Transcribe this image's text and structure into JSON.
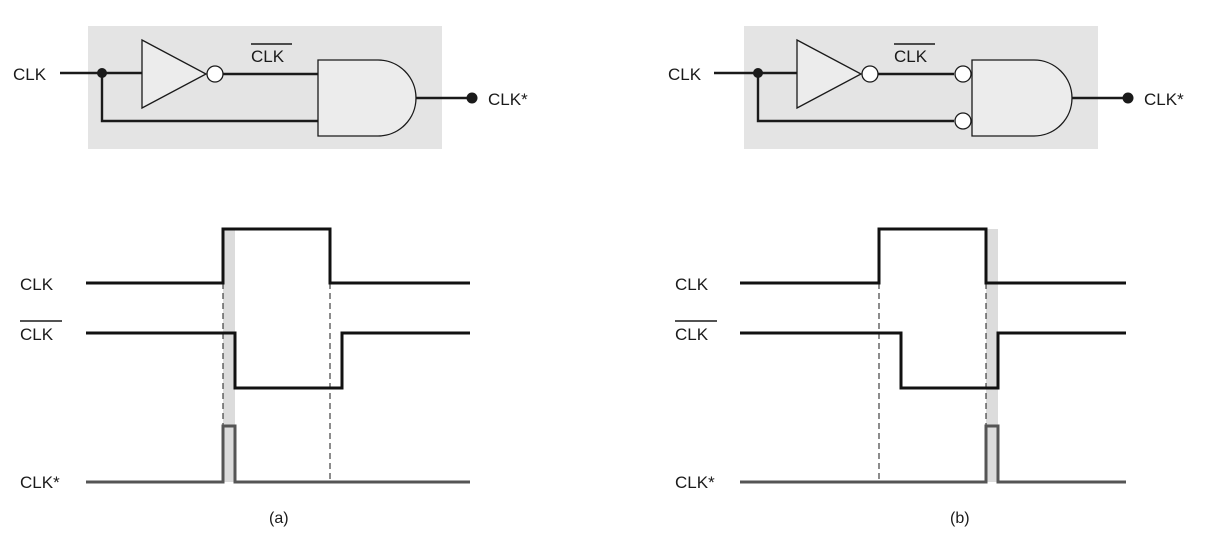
{
  "panels": [
    {
      "caption": "(a)",
      "circuit": {
        "input_label": "CLK",
        "inverter_output_label": "CLK",
        "output_label": "CLK*",
        "gate": "AND",
        "inverted_inputs": false
      },
      "timing": {
        "signals": [
          {
            "label": "CLK",
            "overline": false
          },
          {
            "label": "CLK",
            "overline": true
          },
          {
            "label": "CLK*",
            "overline": false
          }
        ]
      }
    },
    {
      "caption": "(b)",
      "circuit": {
        "input_label": "CLK",
        "inverter_output_label": "CLK",
        "output_label": "CLK*",
        "gate": "AND",
        "inverted_inputs": true
      },
      "timing": {
        "signals": [
          {
            "label": "CLK",
            "overline": false
          },
          {
            "label": "CLK",
            "overline": true
          },
          {
            "label": "CLK*",
            "overline": false
          }
        ]
      }
    }
  ],
  "colors": {
    "panel_background": "#e4e4e4",
    "delay_shading": "#dcdcdc",
    "line": "#1a1a1a",
    "output_trace": "#555555"
  }
}
